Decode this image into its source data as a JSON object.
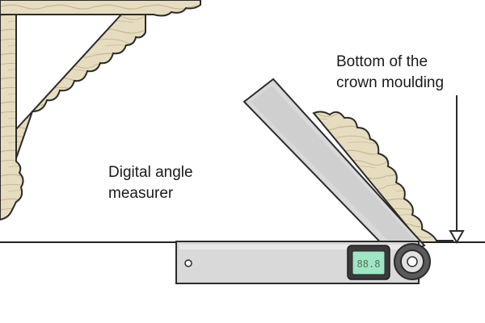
{
  "labels": {
    "crown_line1": "Bottom of the",
    "crown_line2": "crown moulding",
    "tool_line1": "Digital angle",
    "tool_line2": "measurer"
  },
  "lcd_readout": "88.8",
  "colors": {
    "wood": "#e6dcc0",
    "wood_grain": "#c9b890",
    "outline": "#2b2b2b",
    "blade": "#d9d9d9",
    "blade_dark": "#bdbdbd",
    "lcd_bezel": "#3a3a3a",
    "lcd_screen": "#9fe6c4",
    "hinge": "#5a5a5a",
    "hinge_light": "#e0e0e0",
    "floor": "#222222"
  },
  "icons": {
    "arrow": "arrow-down-icon"
  }
}
